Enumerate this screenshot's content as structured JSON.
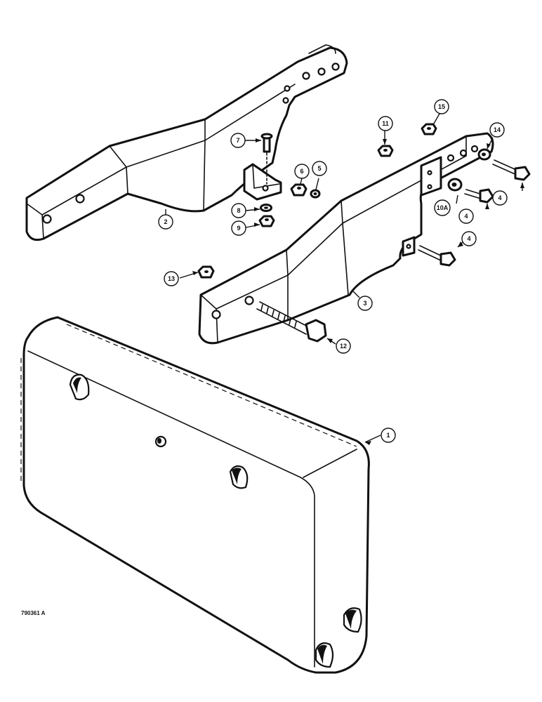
{
  "diagram": {
    "figure_ref": "790361 A",
    "callouts": {
      "c1": "1",
      "c2": "2",
      "c3": "3",
      "c4a": "4",
      "c4b": "4",
      "c4c": "4",
      "c5": "5",
      "c6": "6",
      "c7": "7",
      "c8": "8",
      "c9": "9",
      "c10a": "10A",
      "c11": "11",
      "c12": "12",
      "c13": "13",
      "c14": "14",
      "c15": "15"
    }
  }
}
